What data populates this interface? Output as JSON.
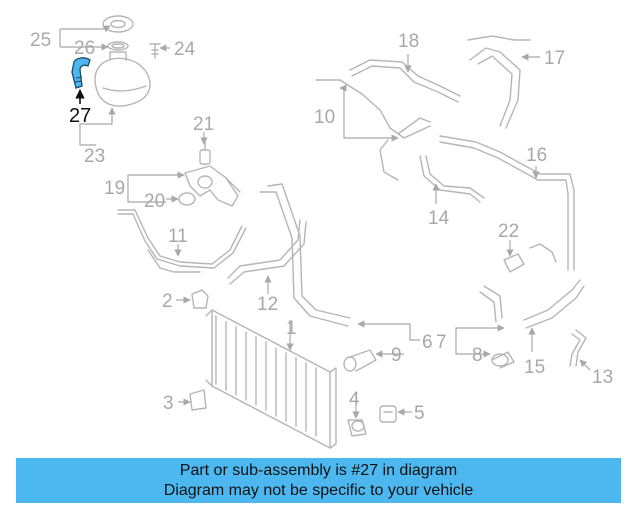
{
  "callouts": {
    "c1": "1",
    "c2": "2",
    "c3": "3",
    "c4": "4",
    "c5": "5",
    "c6": "6",
    "c7": "7",
    "c8": "8",
    "c9": "9",
    "c10": "10",
    "c11": "11",
    "c12": "12",
    "c13": "13",
    "c14": "14",
    "c15": "15",
    "c16": "16",
    "c17": "17",
    "c18": "18",
    "c19": "19",
    "c20": "20",
    "c21": "21",
    "c22": "22",
    "c23": "23",
    "c24": "24",
    "c25": "25",
    "c26": "26",
    "c27": "27"
  },
  "highlight": {
    "part": "27",
    "color": "#4db8f0"
  },
  "footer": {
    "line1": "Part or sub-assembly is #27 in diagram",
    "line2": "Diagram may not be specific to your vehicle",
    "background": "#4db8f0"
  }
}
